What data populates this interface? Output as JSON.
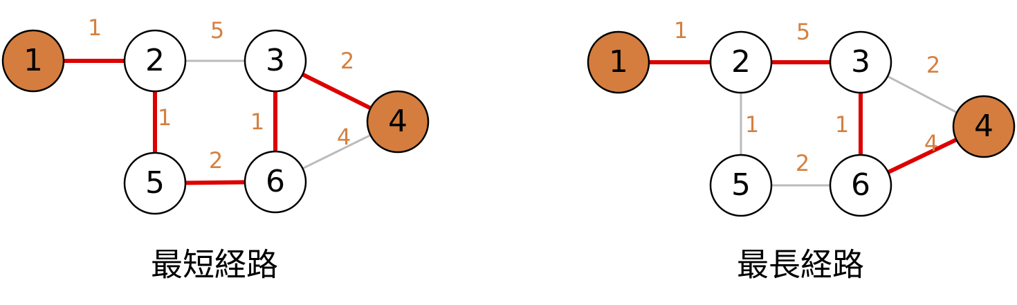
{
  "colors": {
    "path_edge": "#dd0000",
    "plain_edge": "#bbbbbb",
    "endpoint_fill": "#d47d3e",
    "node_fill": "#ffffff",
    "node_stroke": "#000000",
    "weight_text": "#d4803f"
  },
  "panels": [
    {
      "caption": "最短経路",
      "nodes": [
        {
          "id": "1",
          "label": "1",
          "endpoint": true
        },
        {
          "id": "2",
          "label": "2",
          "endpoint": false
        },
        {
          "id": "3",
          "label": "3",
          "endpoint": false
        },
        {
          "id": "4",
          "label": "4",
          "endpoint": true
        },
        {
          "id": "5",
          "label": "5",
          "endpoint": false
        },
        {
          "id": "6",
          "label": "6",
          "endpoint": false
        }
      ],
      "edges": [
        {
          "from": "1",
          "to": "2",
          "weight": "1",
          "on_path": true
        },
        {
          "from": "2",
          "to": "3",
          "weight": "5",
          "on_path": false
        },
        {
          "from": "3",
          "to": "4",
          "weight": "2",
          "on_path": true
        },
        {
          "from": "2",
          "to": "5",
          "weight": "1",
          "on_path": true
        },
        {
          "from": "3",
          "to": "6",
          "weight": "1",
          "on_path": true
        },
        {
          "from": "5",
          "to": "6",
          "weight": "2",
          "on_path": true
        },
        {
          "from": "6",
          "to": "4",
          "weight": "4",
          "on_path": false
        }
      ]
    },
    {
      "caption": "最長経路",
      "nodes": [
        {
          "id": "1",
          "label": "1",
          "endpoint": true
        },
        {
          "id": "2",
          "label": "2",
          "endpoint": false
        },
        {
          "id": "3",
          "label": "3",
          "endpoint": false
        },
        {
          "id": "4",
          "label": "4",
          "endpoint": true
        },
        {
          "id": "5",
          "label": "5",
          "endpoint": false
        },
        {
          "id": "6",
          "label": "6",
          "endpoint": false
        }
      ],
      "edges": [
        {
          "from": "1",
          "to": "2",
          "weight": "1",
          "on_path": true
        },
        {
          "from": "2",
          "to": "3",
          "weight": "5",
          "on_path": true
        },
        {
          "from": "3",
          "to": "4",
          "weight": "2",
          "on_path": false
        },
        {
          "from": "2",
          "to": "5",
          "weight": "1",
          "on_path": false
        },
        {
          "from": "3",
          "to": "6",
          "weight": "1",
          "on_path": true
        },
        {
          "from": "5",
          "to": "6",
          "weight": "2",
          "on_path": false
        },
        {
          "from": "6",
          "to": "4",
          "weight": "4",
          "on_path": true
        }
      ]
    }
  ]
}
